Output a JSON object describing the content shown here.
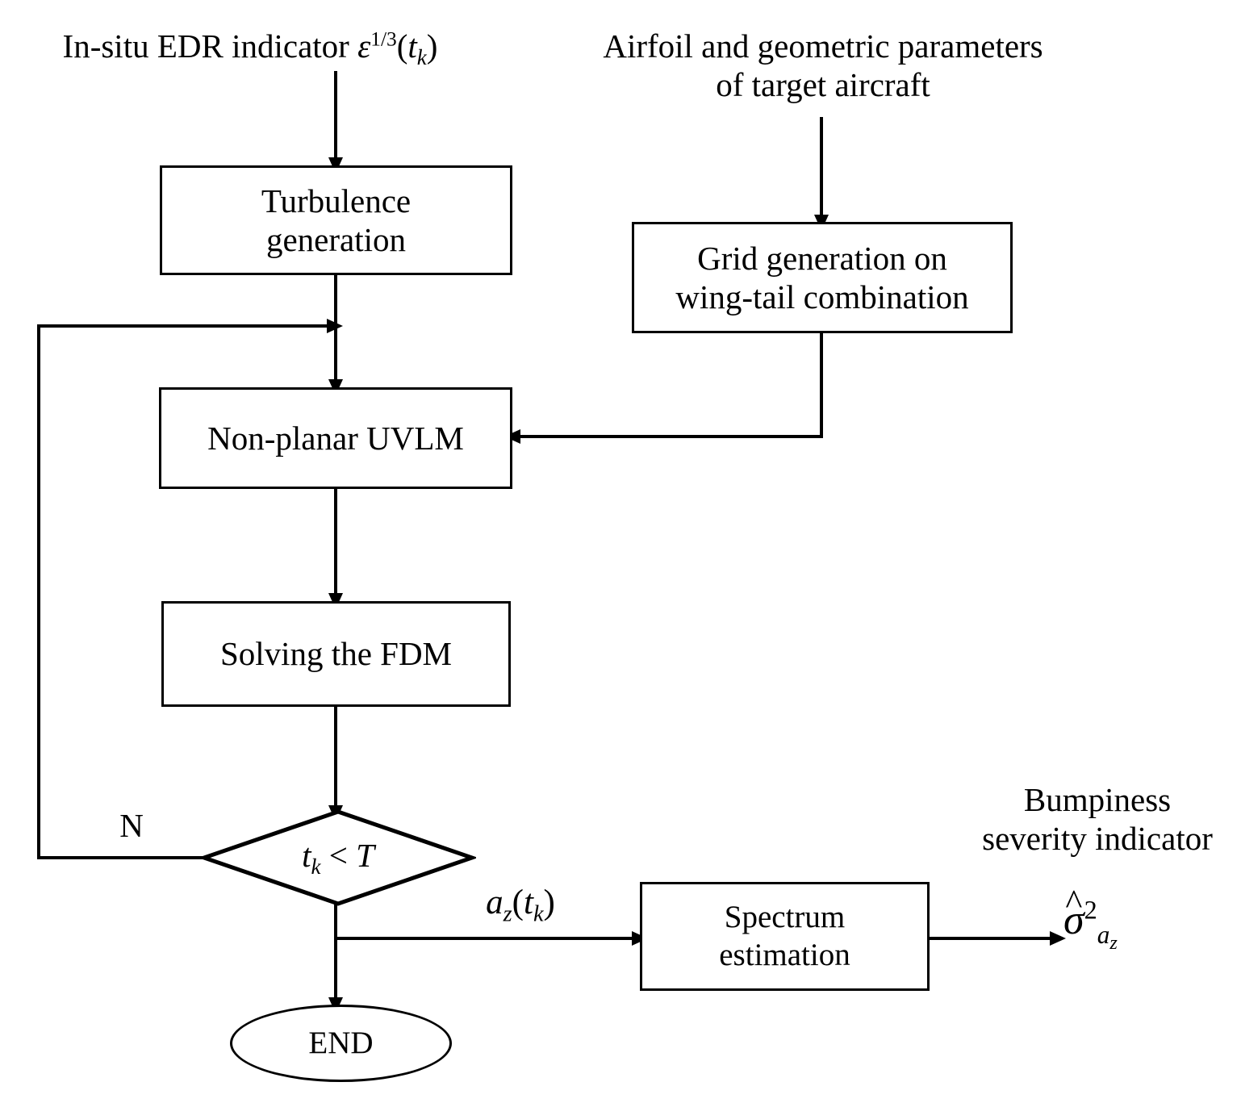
{
  "diagram": {
    "type": "flowchart",
    "title_hidden": "",
    "background_color": "#ffffff",
    "line_color": "#000000",
    "inputs": {
      "left_input_label": "In-situ EDR indicator",
      "left_input_symbol_base": "ε",
      "left_input_symbol_exponent": "1/3",
      "left_input_symbol_arg_base": "t",
      "left_input_symbol_arg_sub": "k",
      "right_input_line1": "Airfoil and geometric parameters",
      "right_input_line2": "of target aircraft"
    },
    "nodes": [
      {
        "id": "turbulence",
        "shape": "process",
        "line1": "Turbulence",
        "line2": "generation"
      },
      {
        "id": "grid",
        "shape": "process",
        "line1": "Grid generation on",
        "line2": "wing-tail combination"
      },
      {
        "id": "uvlm",
        "shape": "process",
        "line1": "Non-planar UVLM",
        "line2": ""
      },
      {
        "id": "fdm",
        "shape": "process",
        "line1": "Solving the FDM",
        "line2": ""
      },
      {
        "id": "decision",
        "shape": "diamond",
        "condition_lhs_base": "t",
        "condition_lhs_sub": "k",
        "condition_operator": "<",
        "condition_rhs": "T"
      },
      {
        "id": "spectrum",
        "shape": "process",
        "line1": "Spectrum",
        "line2": "estimation"
      },
      {
        "id": "end",
        "shape": "terminator",
        "line1": "END",
        "line2": ""
      }
    ],
    "edge_labels": {
      "no_branch": "N",
      "accel_signal_base": "a",
      "accel_signal_sub": "z",
      "accel_signal_arg_base": "t",
      "accel_signal_arg_sub": "k"
    },
    "output": {
      "caption_line1": "Bumpiness",
      "caption_line2": "severity indicator",
      "symbol_base": "σ",
      "symbol_hat": "^",
      "symbol_power": "2",
      "symbol_sub_main": "a",
      "symbol_sub_nested": "z"
    }
  }
}
